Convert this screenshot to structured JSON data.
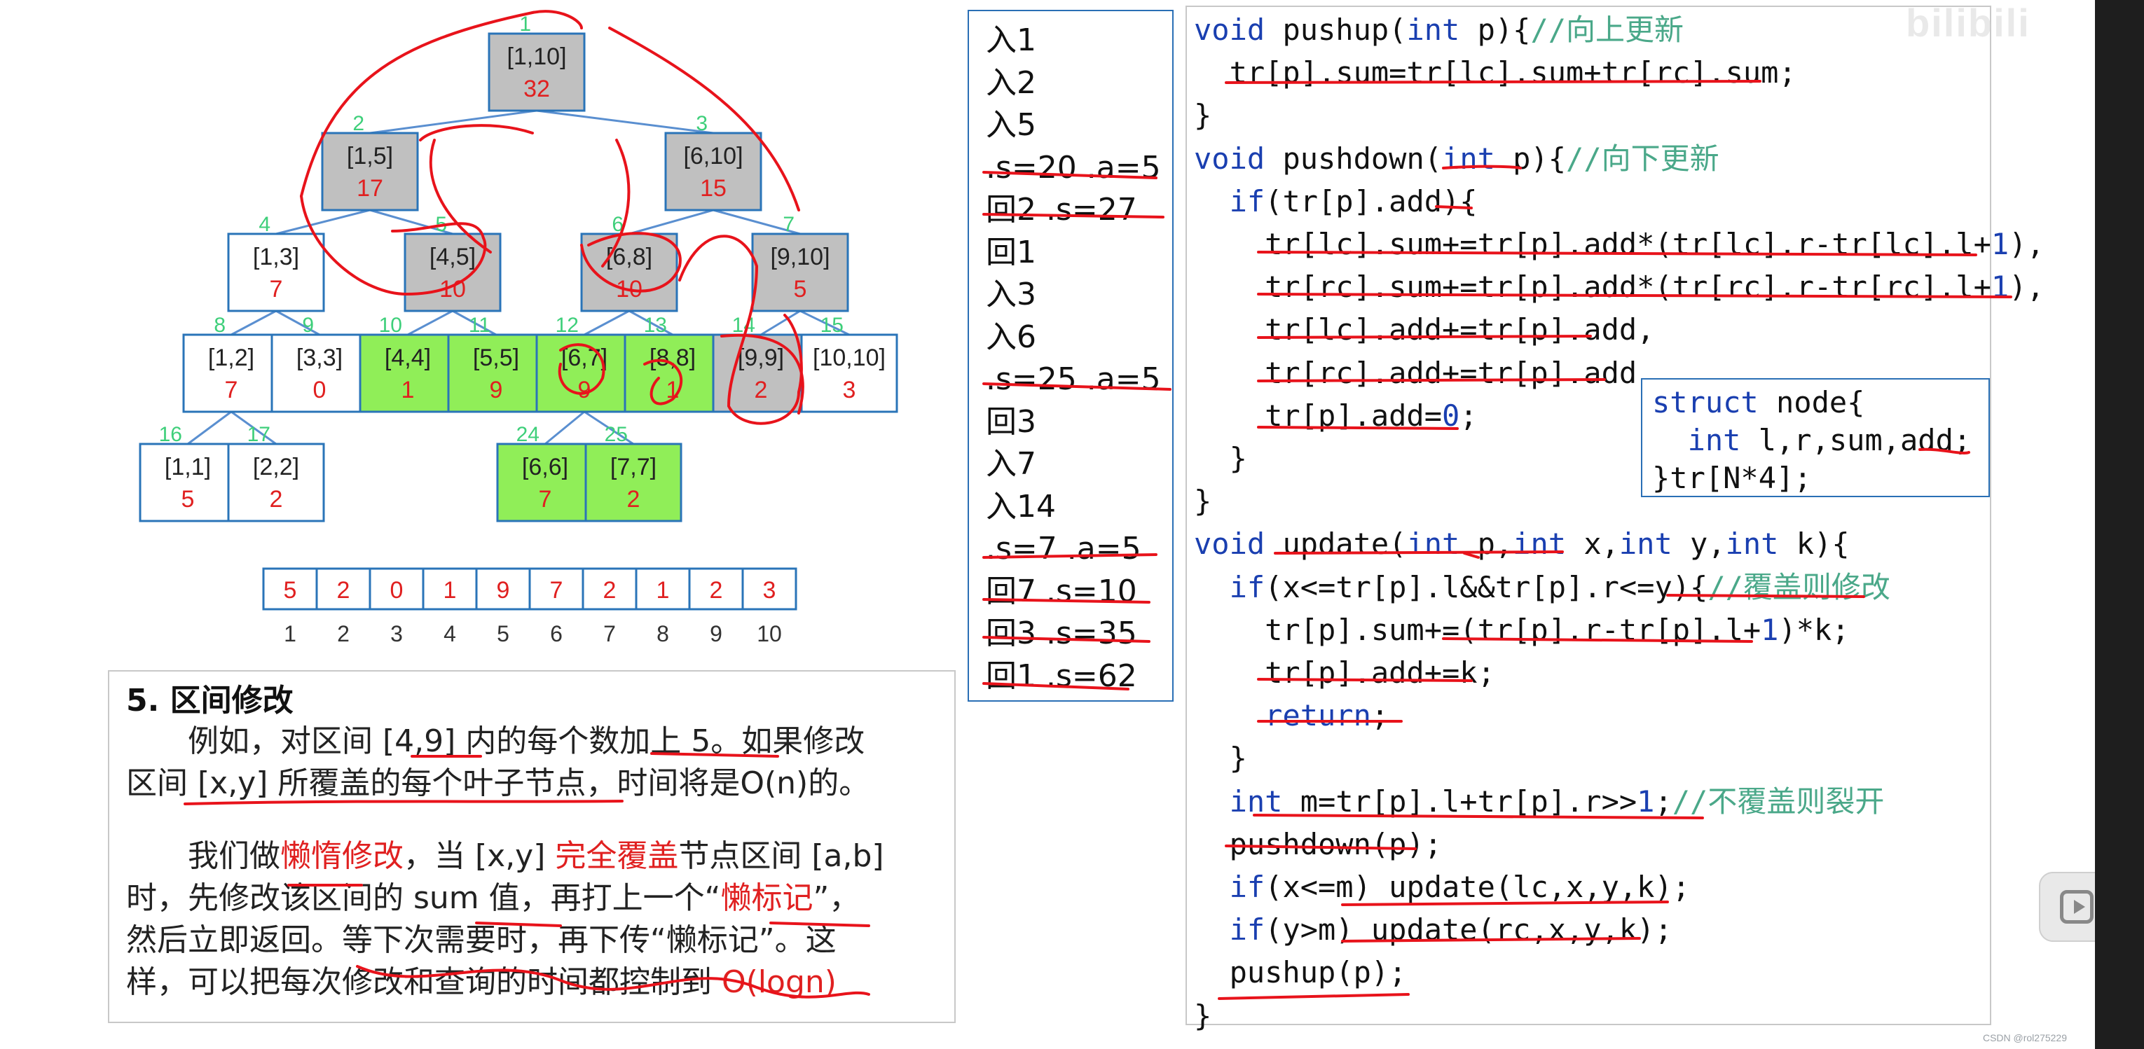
{
  "tree": {
    "nodes": [
      {
        "id": "1",
        "range": "[1,10]",
        "sum": "32",
        "fill": "gray"
      },
      {
        "id": "2",
        "range": "[1,5]",
        "sum": "17",
        "fill": "gray"
      },
      {
        "id": "3",
        "range": "[6,10]",
        "sum": "15",
        "fill": "gray"
      },
      {
        "id": "4",
        "range": "[1,3]",
        "sum": "7",
        "fill": "white"
      },
      {
        "id": "5",
        "range": "[4,5]",
        "sum": "10",
        "fill": "gray"
      },
      {
        "id": "6",
        "range": "[6,8]",
        "sum": "10",
        "fill": "gray"
      },
      {
        "id": "7",
        "range": "[9,10]",
        "sum": "5",
        "fill": "gray"
      },
      {
        "id": "8",
        "range": "[1,2]",
        "sum": "7",
        "fill": "white"
      },
      {
        "id": "9",
        "range": "[3,3]",
        "sum": "0",
        "fill": "white"
      },
      {
        "id": "10",
        "range": "[4,4]",
        "sum": "1",
        "fill": "green"
      },
      {
        "id": "11",
        "range": "[5,5]",
        "sum": "9",
        "fill": "green"
      },
      {
        "id": "12",
        "range": "[6,7]",
        "sum": "9",
        "fill": "green"
      },
      {
        "id": "13",
        "range": "[8,8]",
        "sum": "1",
        "fill": "green"
      },
      {
        "id": "14",
        "range": "[9,9]",
        "sum": "2",
        "fill": "gray"
      },
      {
        "id": "15",
        "range": "[10,10]",
        "sum": "3",
        "fill": "white"
      },
      {
        "id": "16",
        "range": "[1,1]",
        "sum": "5",
        "fill": "white"
      },
      {
        "id": "17",
        "range": "[2,2]",
        "sum": "2",
        "fill": "white"
      },
      {
        "id": "24",
        "range": "[6,6]",
        "sum": "7",
        "fill": "green"
      },
      {
        "id": "25",
        "range": "[7,7]",
        "sum": "2",
        "fill": "green"
      }
    ],
    "edges": [
      [
        "1",
        "2"
      ],
      [
        "1",
        "3"
      ],
      [
        "2",
        "4"
      ],
      [
        "2",
        "5"
      ],
      [
        "3",
        "6"
      ],
      [
        "3",
        "7"
      ],
      [
        "4",
        "8"
      ],
      [
        "4",
        "9"
      ],
      [
        "5",
        "10"
      ],
      [
        "5",
        "11"
      ],
      [
        "6",
        "12"
      ],
      [
        "6",
        "13"
      ],
      [
        "7",
        "14"
      ],
      [
        "7",
        "15"
      ],
      [
        "8",
        "16"
      ],
      [
        "8",
        "17"
      ],
      [
        "12",
        "24"
      ],
      [
        "12",
        "25"
      ]
    ],
    "colors": {
      "gray": "#c0c0c0",
      "green": "#90ee58",
      "white": "#ffffff",
      "border": "#2a74b8",
      "index": "#3ecf7a",
      "sum": "#e02020",
      "edge": "#5a8fd0"
    }
  },
  "array": {
    "values": [
      "5",
      "2",
      "0",
      "1",
      "9",
      "7",
      "2",
      "1",
      "2",
      "3"
    ],
    "indices": [
      "1",
      "2",
      "3",
      "4",
      "5",
      "6",
      "7",
      "8",
      "9",
      "10"
    ]
  },
  "note": {
    "title": "5. 区间修改",
    "l1a": "例如，对区间 [4,9] 内的每个数加上 5。如果修改",
    "l2a": "区间 [x,y] 所覆盖的每个叶子节点，时间将是O(n)的。",
    "l3a": "我们做",
    "l3b": "懒惰修改",
    "l3c": "，当 [x,y] ",
    "l3d": "完全覆盖",
    "l3e": "节点区间 [a,b]",
    "l4a": "时，先修改该区间的 sum 值，再打上一个“",
    "l4b": "懒标记",
    "l4c": "”，",
    "l5a": "然后立即返回。等下次需要时，再下传“懒标记”。这",
    "l6a": "样，可以把每次修改和查询的时间都控制到 ",
    "l6b": "O(logn)"
  },
  "queue": [
    "入1",
    "入2",
    "入5",
    ".s=20 .a=5",
    "回2 .s=27",
    "回1",
    "入3",
    "入6",
    ".s=25 .a=5",
    "回3",
    "入7",
    "入14",
    ".s=7 .a=5",
    "回7 .s=10",
    "回3 .s=35",
    "回1 .s=62"
  ],
  "code": {
    "l1": [
      "void",
      " pushup(",
      "int",
      " p){",
      "//向上更新"
    ],
    "l2": "  tr[p].sum=tr[lc].sum+tr[rc].sum;",
    "l3": "}",
    "l4": [
      "void",
      " pushdown(",
      "int",
      " p){",
      "//向下更新"
    ],
    "l5": [
      "  ",
      "if",
      "(tr[p].add){"
    ],
    "l6": [
      "    tr[lc].sum+=tr[p].add*(tr[lc].r-tr[lc].l+",
      "1",
      "),"
    ],
    "l7": [
      "    tr[rc].sum+=tr[p].add*(tr[rc].r-tr[rc].l+",
      "1",
      "),"
    ],
    "l8": "    tr[lc].add+=tr[p].add,",
    "l9": "    tr[rc].add+=tr[p].add,",
    "l10": [
      "    tr[p].add=",
      "0",
      ";"
    ],
    "l11": "  }",
    "l12": "}",
    "l13": [
      "void",
      " update(",
      "int",
      " p,",
      "int",
      " x,",
      "int",
      " y,",
      "int",
      " k){"
    ],
    "l14": [
      "  ",
      "if",
      "(x<=tr[p].l&&tr[p].r<=y){",
      "//覆盖则修改"
    ],
    "l15": [
      "    tr[p].sum+=(tr[p].r-tr[p].l+",
      "1",
      ")*k;"
    ],
    "l16": "    tr[p].add+=k;",
    "l17": [
      "    ",
      "return",
      ";"
    ],
    "l18": "  }",
    "l19": [
      "  ",
      "int",
      " m=tr[p].l+tr[p].r>>",
      "1",
      ";",
      "//不覆盖则裂开"
    ],
    "l20": "  pushdown(p);",
    "l21": [
      "  ",
      "if",
      "(x<=m) update(lc,x,y,k);"
    ],
    "l22": [
      "  ",
      "if",
      "(y>m) update(rc,x,y,k);"
    ],
    "l23": "  pushup(p);",
    "l24": "}"
  },
  "struct": {
    "l1": [
      "struct",
      " node{"
    ],
    "l2": [
      "  ",
      "int",
      " l,r,sum,add;"
    ],
    "l3": "}tr[N*4];"
  },
  "watermark": "CSDN @rol275229",
  "bili": "bilibili"
}
